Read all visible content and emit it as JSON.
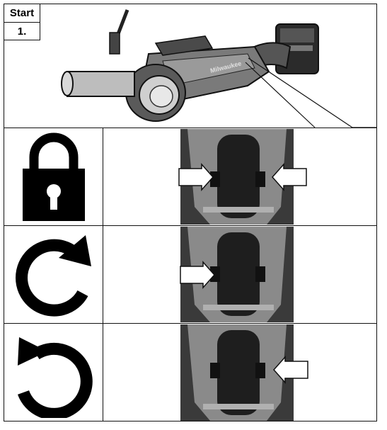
{
  "step": {
    "start_label": "Start",
    "number_label": "1."
  },
  "rows": [
    {
      "icon": "padlock-icon",
      "arrows": "both-sides"
    },
    {
      "icon": "rotate-clockwise-icon",
      "arrows": "left-side"
    },
    {
      "icon": "rotate-counterclockwise-icon",
      "arrows": "right-side"
    }
  ],
  "colors": {
    "line": "#111111",
    "tool_dark": "#3a3a3a",
    "tool_mid": "#8a8a8a",
    "tool_light": "#cfcfcf"
  },
  "brand_on_tool": "Milwaukee"
}
